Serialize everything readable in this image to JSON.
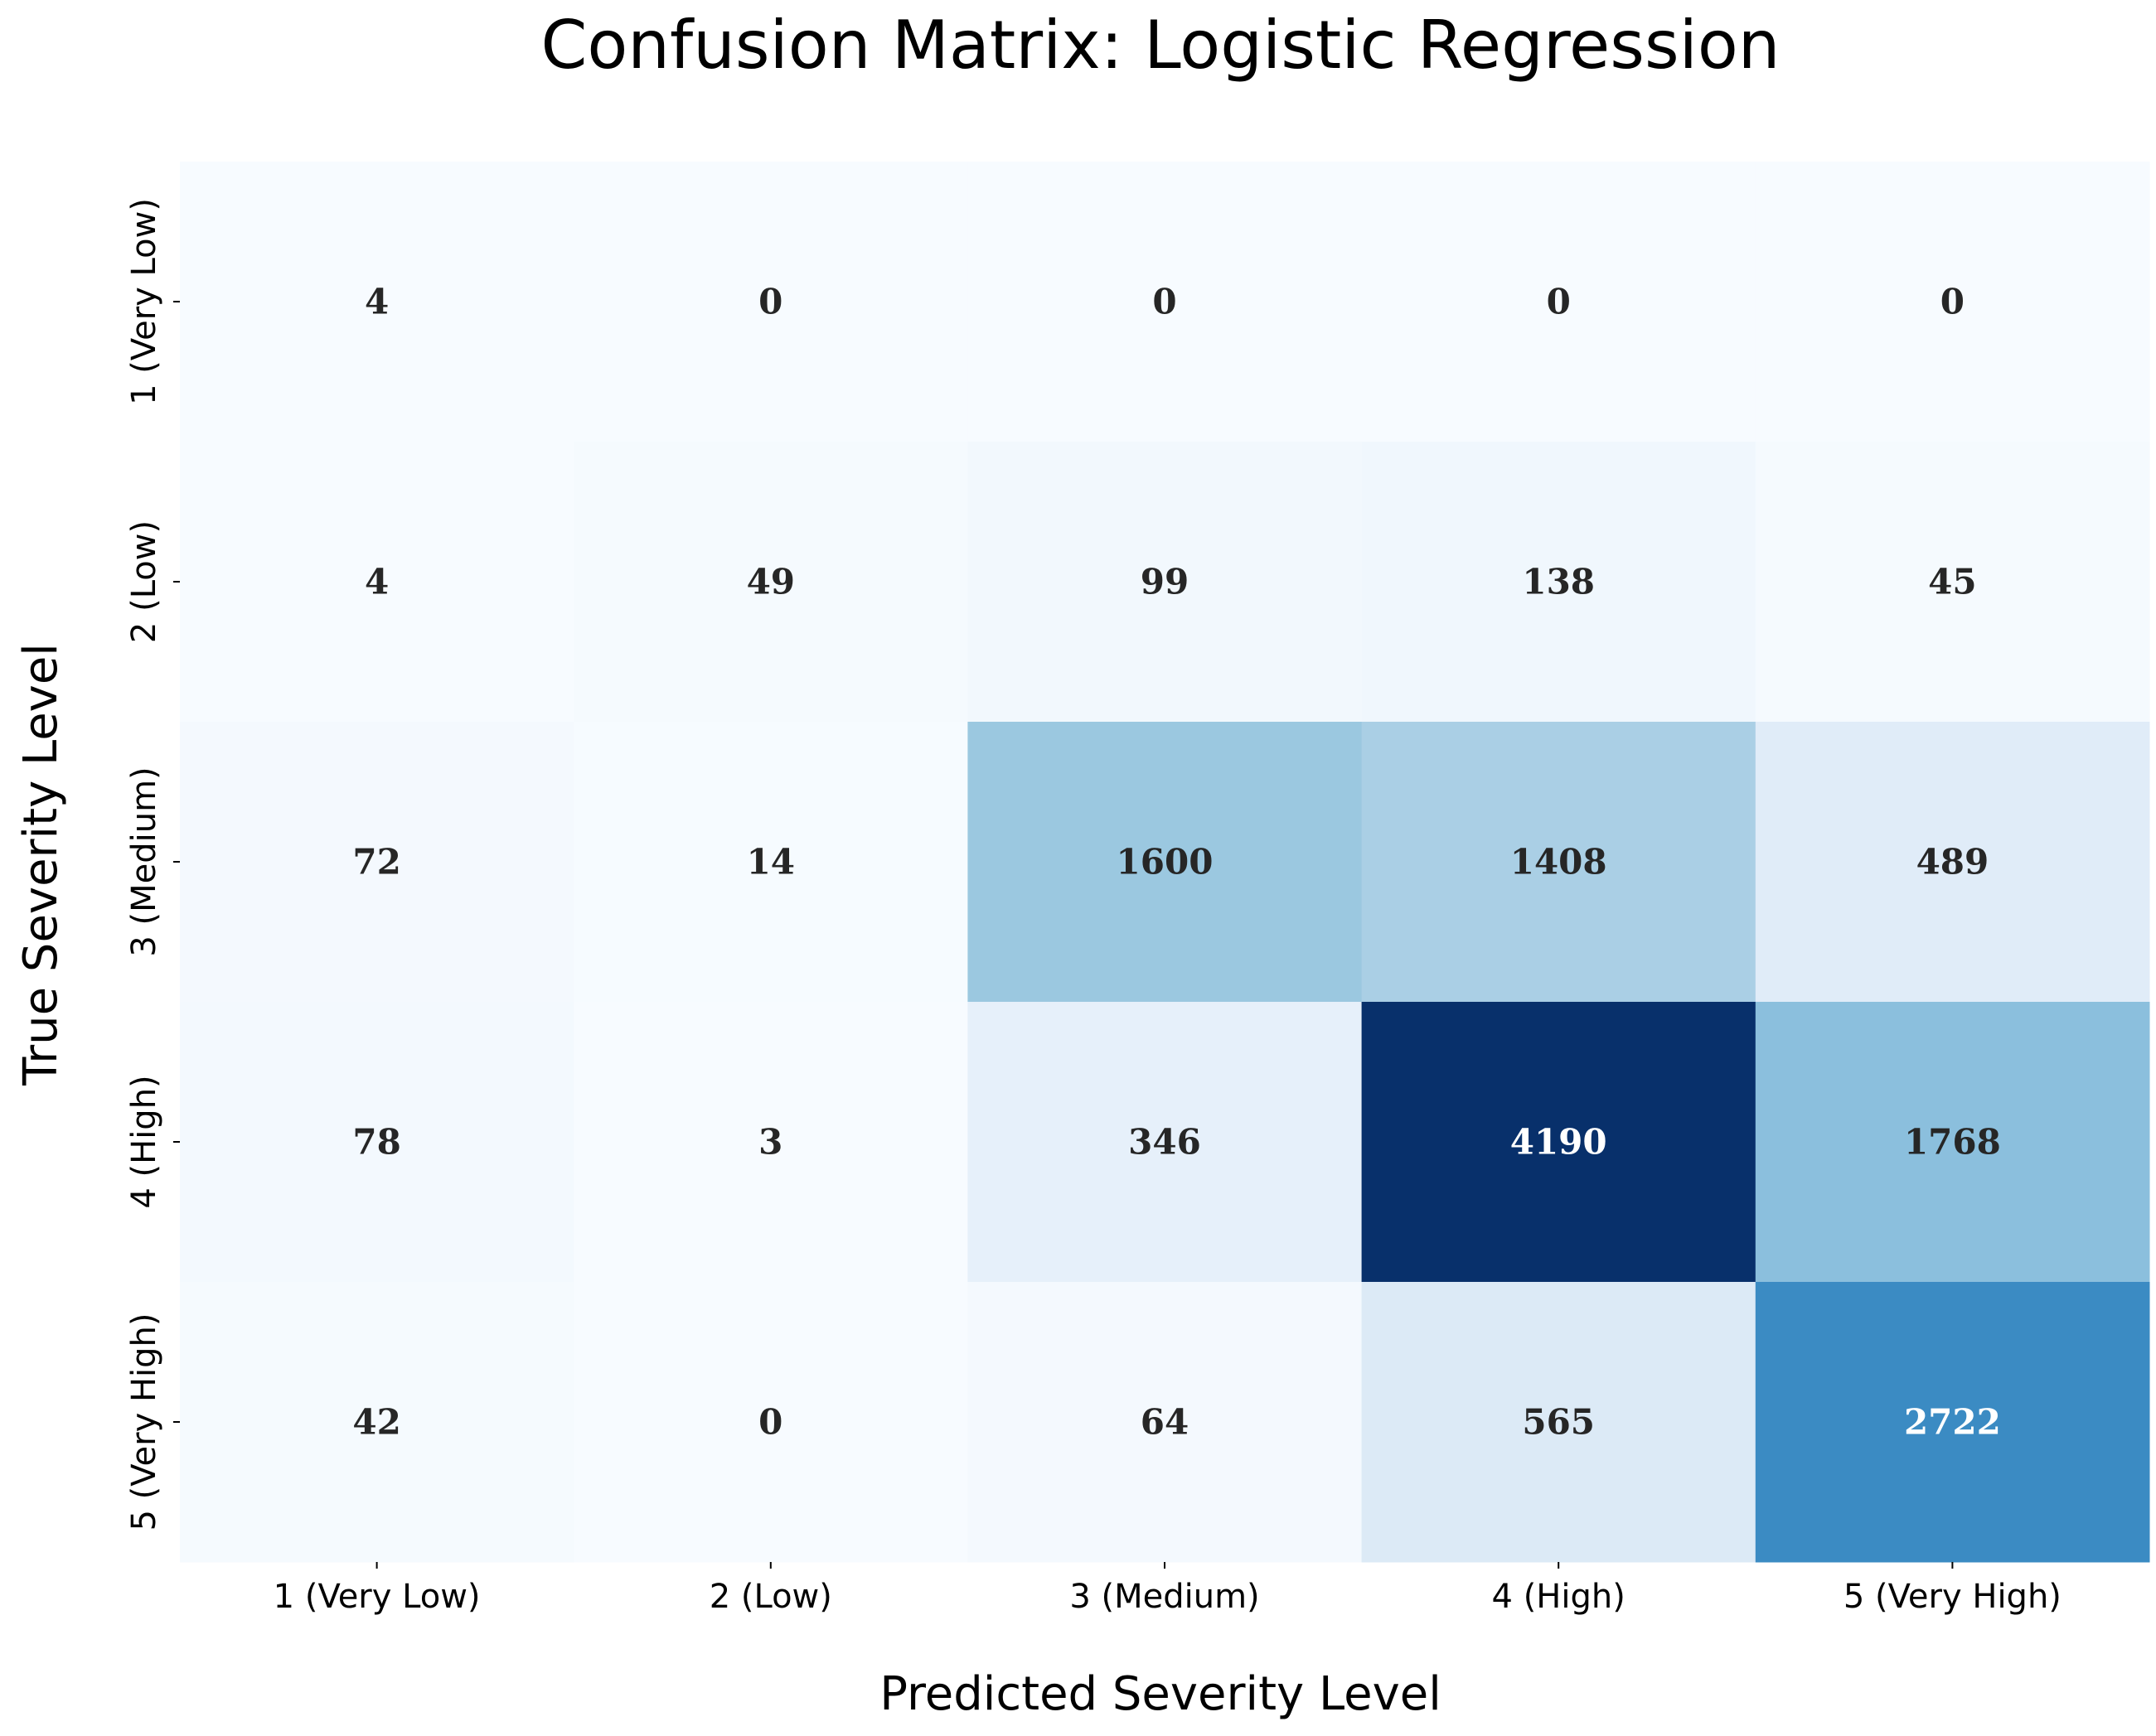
{
  "chart_data": {
    "type": "heatmap",
    "title": "Confusion Matrix: Logistic Regression",
    "xlabel": "Predicted Severity Level",
    "ylabel": "True Severity Level",
    "x_categories": [
      "1 (Very Low)",
      "2 (Low)",
      "3 (Medium)",
      "4 (High)",
      "5 (Very High)"
    ],
    "y_categories": [
      "1 (Very Low)",
      "2 (Low)",
      "3 (Medium)",
      "4 (High)",
      "5 (Very High)"
    ],
    "matrix": [
      [
        4,
        0,
        0,
        0,
        0
      ],
      [
        4,
        49,
        99,
        138,
        45
      ],
      [
        72,
        14,
        1600,
        1408,
        489
      ],
      [
        78,
        3,
        346,
        4190,
        1768
      ],
      [
        42,
        0,
        64,
        565,
        2722
      ]
    ],
    "colormap": "Blues",
    "colorbar": false
  }
}
